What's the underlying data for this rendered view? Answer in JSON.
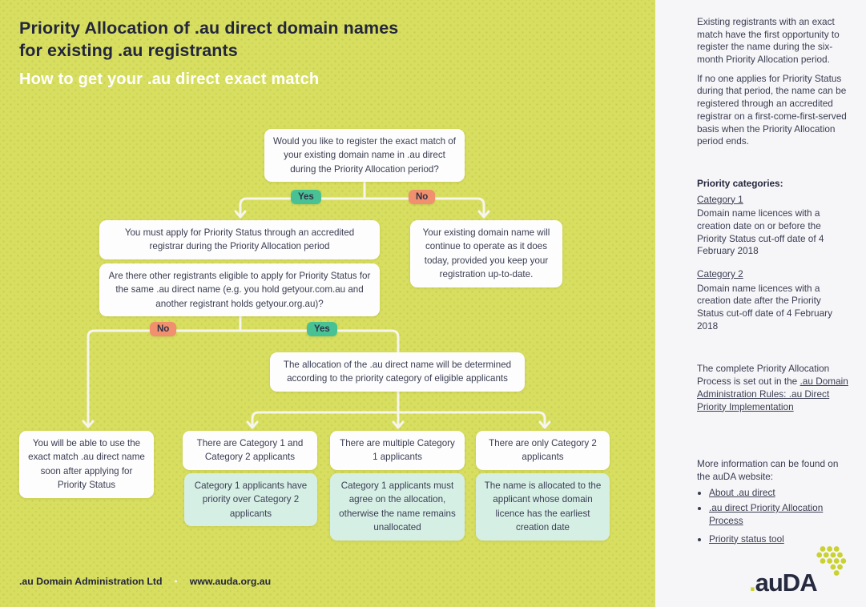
{
  "colors": {
    "lime_bg": "#d8de5f",
    "sidebar_bg": "#f6f6f8",
    "navy": "#23263c",
    "box_white": "#fdfdfd",
    "box_mint": "#d6efe5",
    "badge_yes": "#48c295",
    "badge_no": "#f1906e",
    "line": "#f6f5ee",
    "logo_lime": "#c9d231"
  },
  "header": {
    "title_line1": "Priority Allocation of .au direct domain names",
    "title_line2": "for existing .au registrants",
    "subtitle": "How to get your .au direct exact match"
  },
  "flowchart": {
    "q1": "Would you like to register the exact match of your existing domain name in .au direct during the Priority Allocation period?",
    "yes1": "Yes",
    "no1": "No",
    "apply": "You must apply for Priority Status through an accredited registrar during the Priority Allocation period",
    "continue_box": "Your existing domain name will continue to operate as it does today, provided you keep your registration up-to-date.",
    "q2": "Are there other registrants eligible to apply for Priority Status for the same .au direct name (e.g. you hold getyour.com.au and another registrant holds getyour.org.au)?",
    "no2": "No",
    "yes2": "Yes",
    "allocation": "The allocation of the .au direct name will be determined according to the priority category of eligible applicants",
    "no_result": "You will be able to use the exact match .au direct name soon after applying for Priority Status",
    "col1_head": "There are Category 1 and Category 2 applicants",
    "col1_result": "Category 1 applicants have priority over Category 2 applicants",
    "col2_head": "There are multiple Category 1 applicants",
    "col2_result": "Category 1 applicants must agree on the allocation, otherwise the name remains unallocated",
    "col3_head": "There are only Category 2 applicants",
    "col3_result": "The name is allocated to the applicant whose domain licence has the earliest creation date"
  },
  "sidebar": {
    "p1": "Existing registrants with an exact match have the  first opportunity to register the name during the six-month Priority Allocation period.",
    "p2": "If no one applies for Priority Status during that period, the name can be registered through an accredited registrar on a first-come-first-served basis when the Priority Allocation period ends.",
    "categories_heading": "Priority categories:",
    "cat1_label": "Category 1",
    "cat1_body": "Domain name licences with a creation date on or before the Priority Status cut-off date of 4 February 2018",
    "cat2_label": "Category 2",
    "cat2_body": "Domain name licences with a creation date after the Priority Status cut-off date of 4 February 2018",
    "process_prefix": "The complete Priority Allocation Process is set out in the ",
    "process_link": ".au Domain Administration Rules: .au Direct Priority Implementation",
    "more_info": "More information can be found on the auDA website:",
    "links": [
      "About .au direct",
      ".au direct Priority Allocation Process",
      "Priority status tool"
    ]
  },
  "footer": {
    "company": ".au Domain Administration Ltd",
    "separator": "•",
    "website": "www.auda.org.au"
  },
  "logo": {
    "dot": ".",
    "text": "auDA"
  }
}
